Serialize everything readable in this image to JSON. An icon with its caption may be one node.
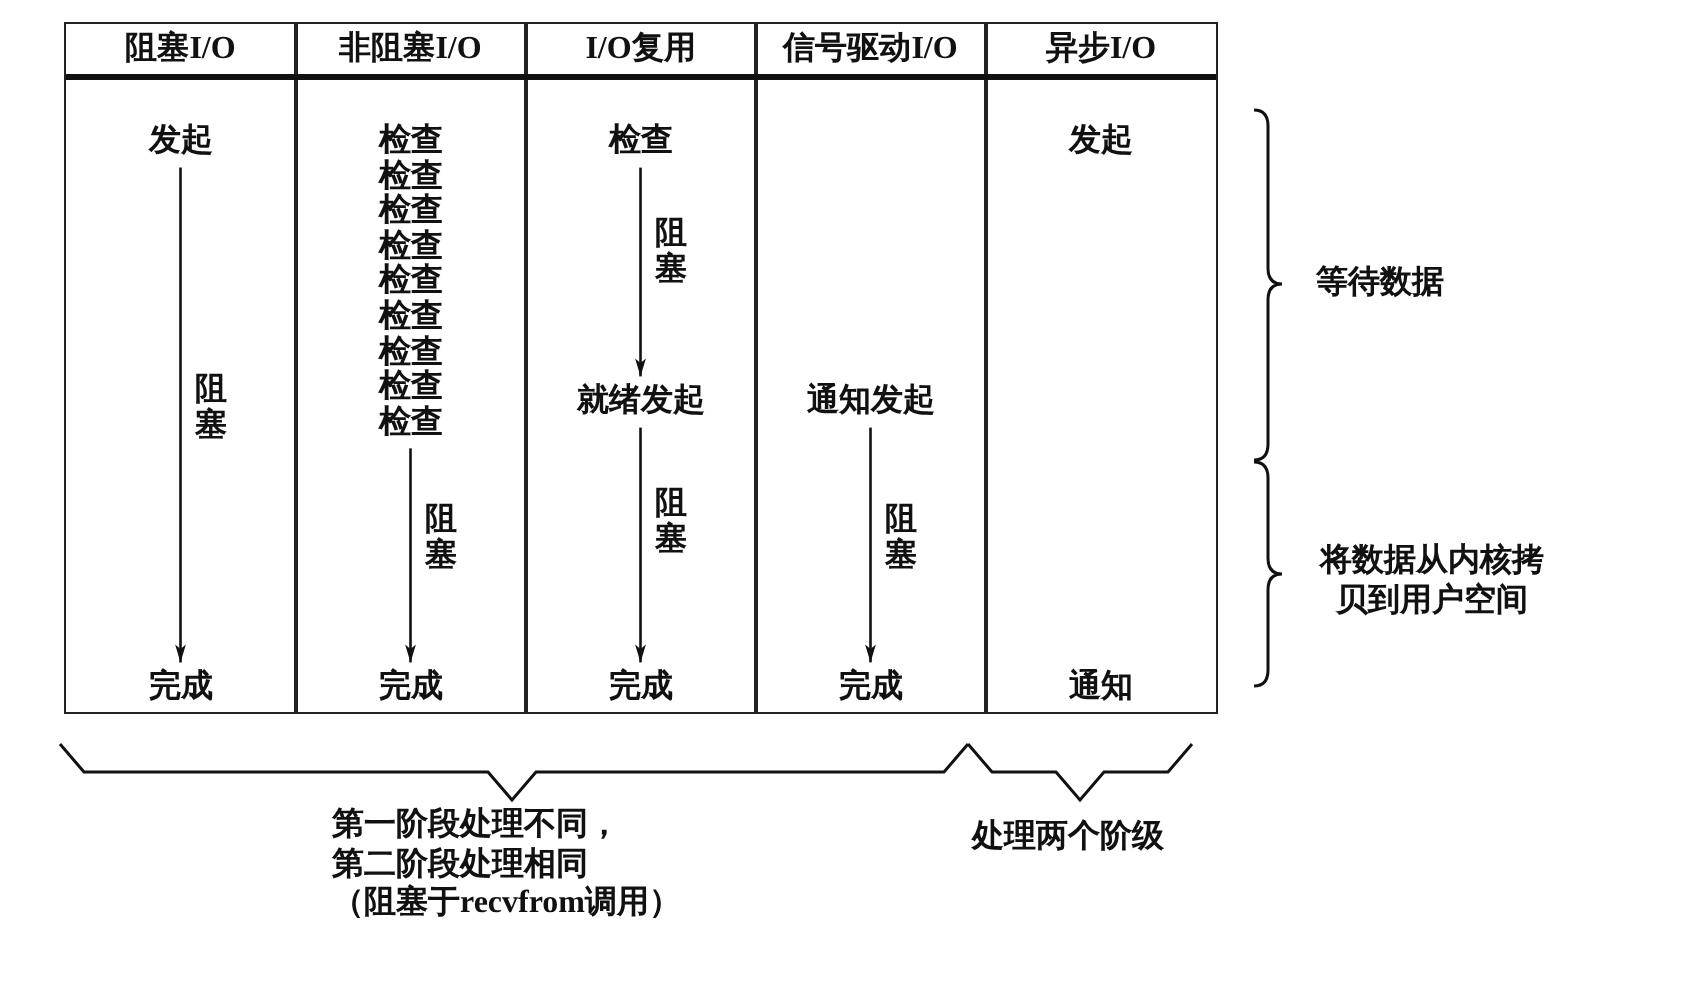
{
  "diagram": {
    "nodes": [
      {
        "text": [
          "阻塞I/O"
        ]
      },
      {
        "text": [
          "发起"
        ],
        "in": 0
      },
      {
        "text": [
          "完成"
        ],
        "in": 0
      },
      {
        "text": [
          "非阻塞I/O"
        ]
      },
      {
        "text": [
          "检查",
          "检查",
          "检查",
          "检查",
          "检查",
          "检查",
          "检查",
          "检查",
          "检查"
        ],
        "in": 3
      },
      {
        "text": [
          "完成"
        ],
        "in": 3
      },
      {
        "text": [
          "I/O复用"
        ]
      },
      {
        "text": [
          "检查"
        ],
        "in": 6
      },
      {
        "text": [
          "就绪发起"
        ],
        "in": 6
      },
      {
        "text": [
          "完成"
        ],
        "in": 6
      },
      {
        "text": [
          "信号驱动I/O"
        ]
      },
      {
        "text": [
          "通知发起"
        ],
        "in": 10
      },
      {
        "text": [
          "完成"
        ],
        "in": 10
      },
      {
        "text": [
          "异步I/O"
        ]
      },
      {
        "text": [
          "发起"
        ],
        "in": 13
      },
      {
        "text": [
          "通知"
        ],
        "in": 13
      }
    ],
    "edges": [
      {
        "from": 1,
        "to": 2,
        "arrow": "to",
        "label": "阻塞"
      },
      {
        "from": 4,
        "to": 5,
        "arrow": "to",
        "label": "阻塞"
      },
      {
        "from": 7,
        "to": 8,
        "arrow": "to",
        "label": "阻塞"
      },
      {
        "from": 8,
        "to": 9,
        "arrow": "to",
        "label": "阻塞"
      },
      {
        "from": 11,
        "to": 12,
        "arrow": "to",
        "label": "阻塞"
      }
    ],
    "labels": [
      "等待数据",
      "将数据从内核拷贝到用户空间",
      "第一阶段处理不同，第二阶段处理相同（阻塞于recvfrom调用）",
      "处理两个阶级"
    ]
  }
}
